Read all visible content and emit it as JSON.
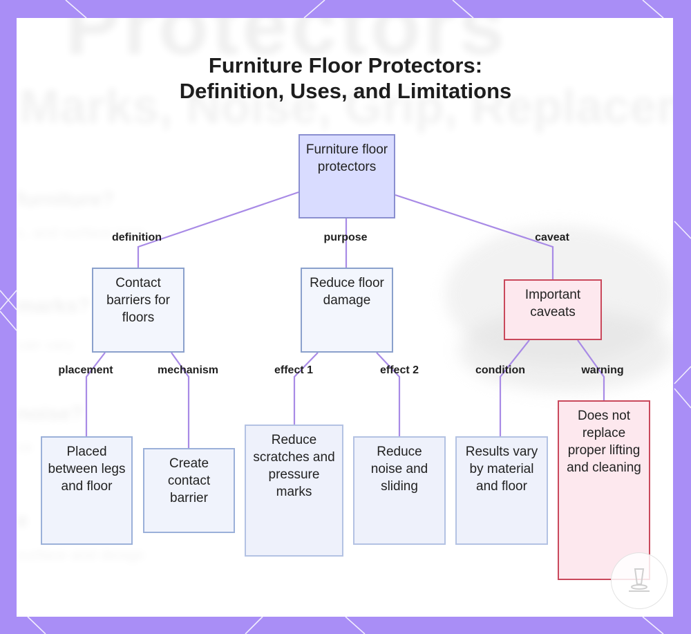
{
  "title": {
    "line1": "Furniture Floor Protectors:",
    "line2": "Definition, Uses, and Limitations"
  },
  "nodes": {
    "root": "Furniture floor protectors",
    "contact_barriers": "Contact barriers for floors",
    "reduce_damage": "Reduce floor damage",
    "caveats": "Important caveats",
    "placed": "Placed between legs and floor",
    "create_barrier": "Create contact barrier",
    "reduce_scratches": "Reduce scratches and pressure marks",
    "reduce_noise": "Reduce noise and sliding",
    "results_vary": "Results vary by material and floor",
    "does_not_replace": "Does not replace proper lifting and cleaning"
  },
  "edges": {
    "definition": "definition",
    "purpose": "purpose",
    "caveat": "caveat",
    "placement": "placement",
    "mechanism": "mechanism",
    "effect1": "effect 1",
    "effect2": "effect 2",
    "condition": "condition",
    "warning": "warning"
  },
  "colors": {
    "frame": "#a98ef6",
    "edge": "#a88ae6",
    "root_fill": "#d9dcff",
    "node_fill": "#f3f6fd",
    "node_border": "#8aa0cc",
    "caveat_fill": "#fde8ee",
    "caveat_border": "#c9485b"
  },
  "icons": {
    "badge": "furniture-leg-protector-icon"
  }
}
